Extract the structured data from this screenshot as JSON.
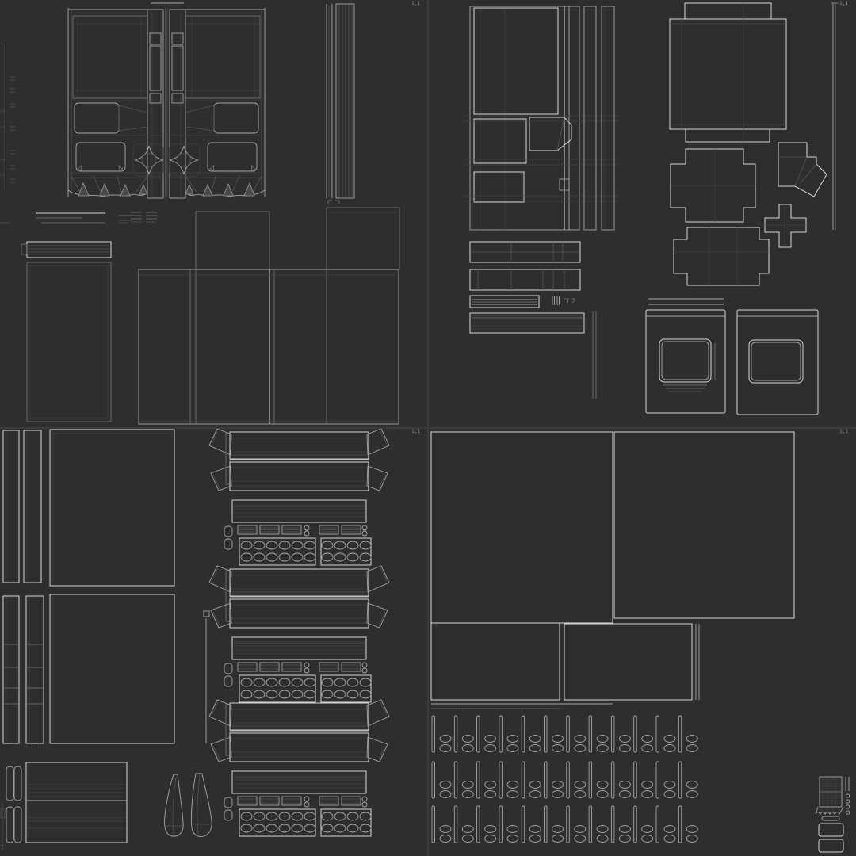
{
  "window": {
    "type": "uv-wireframe-texture-sheet",
    "grid": "2x2 tiles"
  },
  "colors": {
    "background": "#2e2e2e",
    "tile_seam": "#3b3b3b",
    "wire_bright": "#d8d8d8",
    "wire_mid": "#a8a8a8",
    "wire_soft": "#7a7a7a",
    "wire_faint": "#575757",
    "wire_dim": "#434343",
    "tile_label_color": "#8f8f8f"
  },
  "quadrants": [
    {
      "id": "top-left",
      "tile_label": "1,1"
    },
    {
      "id": "top-right",
      "tile_label": "1,1"
    },
    {
      "id": "bottom-left",
      "tile_label": "1,1"
    },
    {
      "id": "bottom-right",
      "tile_label": "1,1"
    }
  ]
}
